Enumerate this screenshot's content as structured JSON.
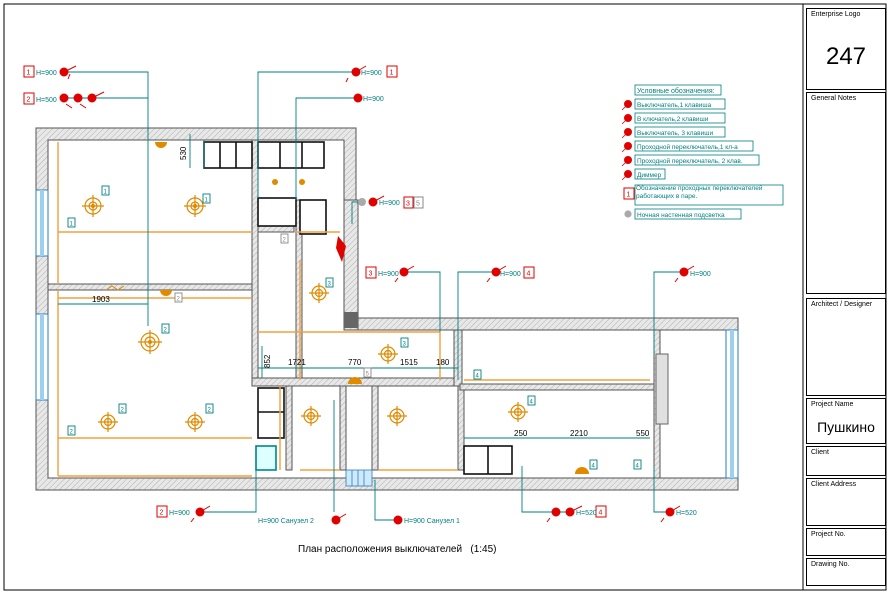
{
  "drawing": {
    "caption": "План расположения выключателей   (1:45)"
  },
  "title_block": {
    "logo_label": "Enterprise Logo",
    "logo_number": "247",
    "notes_label": "General Notes",
    "architect_label": "Architect / Designer",
    "project_name_label": "Project Name",
    "project_name_value": "Пушкино",
    "client_label": "Client",
    "client_address_label": "Client Address",
    "project_no_label": "Project No.",
    "drawing_no_label": "Drawing No."
  },
  "legend": {
    "title": "Условные обозначения:",
    "items": [
      "Выключатель,1 клавиша",
      "В ключатель,2 клавиши",
      "Выключатель, 3 клавиши",
      "Проходной переключатель,1 кл-а",
      "Проходной переключатель, 2 клав.",
      "Диммер",
      "Обозначение проходных переключателей работающих в паре.",
      "Ночная настенная подсветка"
    ],
    "marker_number": "1"
  },
  "dimensions": {
    "d530": "530",
    "d1903": "1903",
    "d852": "852",
    "d1721": "1721",
    "d770": "770",
    "d1515": "1515",
    "d180": "180",
    "d250": "250",
    "d2210": "2210",
    "d550": "550"
  },
  "callouts": {
    "c1_num": "1",
    "c1_h": "H=900",
    "c2_num": "2",
    "c2_h": "H=500",
    "c3_num": "1",
    "c3_h": "H=900",
    "c4_h": "H=900",
    "c5_h": "H=900",
    "c5_num": "3",
    "c5_num2": "5",
    "c6_num": "3",
    "c6_h": "H=900",
    "c7_h": "H=900",
    "c7_num": "4",
    "c8_h": "H=900",
    "c9_num": "2",
    "c9_h": "H=900",
    "c10_h": "H=900 Санузел 2",
    "c11_h": "H=900 Санузел 1",
    "c12_h": "H=520",
    "c12_num": "4",
    "c13_h": "H=520"
  },
  "room_tags": {
    "t1": "1",
    "t2": "1",
    "t3": "1",
    "t4": "2",
    "t5": "2",
    "t6": "2",
    "t7": "2",
    "t8": "2",
    "t9": "3",
    "t10": "3",
    "t11": "4",
    "t12": "4",
    "t13": "4",
    "t14": "5",
    "t15": "2",
    "t16": "4"
  },
  "colors": {
    "wall": "#555555",
    "teal": "#007f7f",
    "red": "#e00000",
    "orange": "#e08a00",
    "light_line": "#f0a040"
  }
}
